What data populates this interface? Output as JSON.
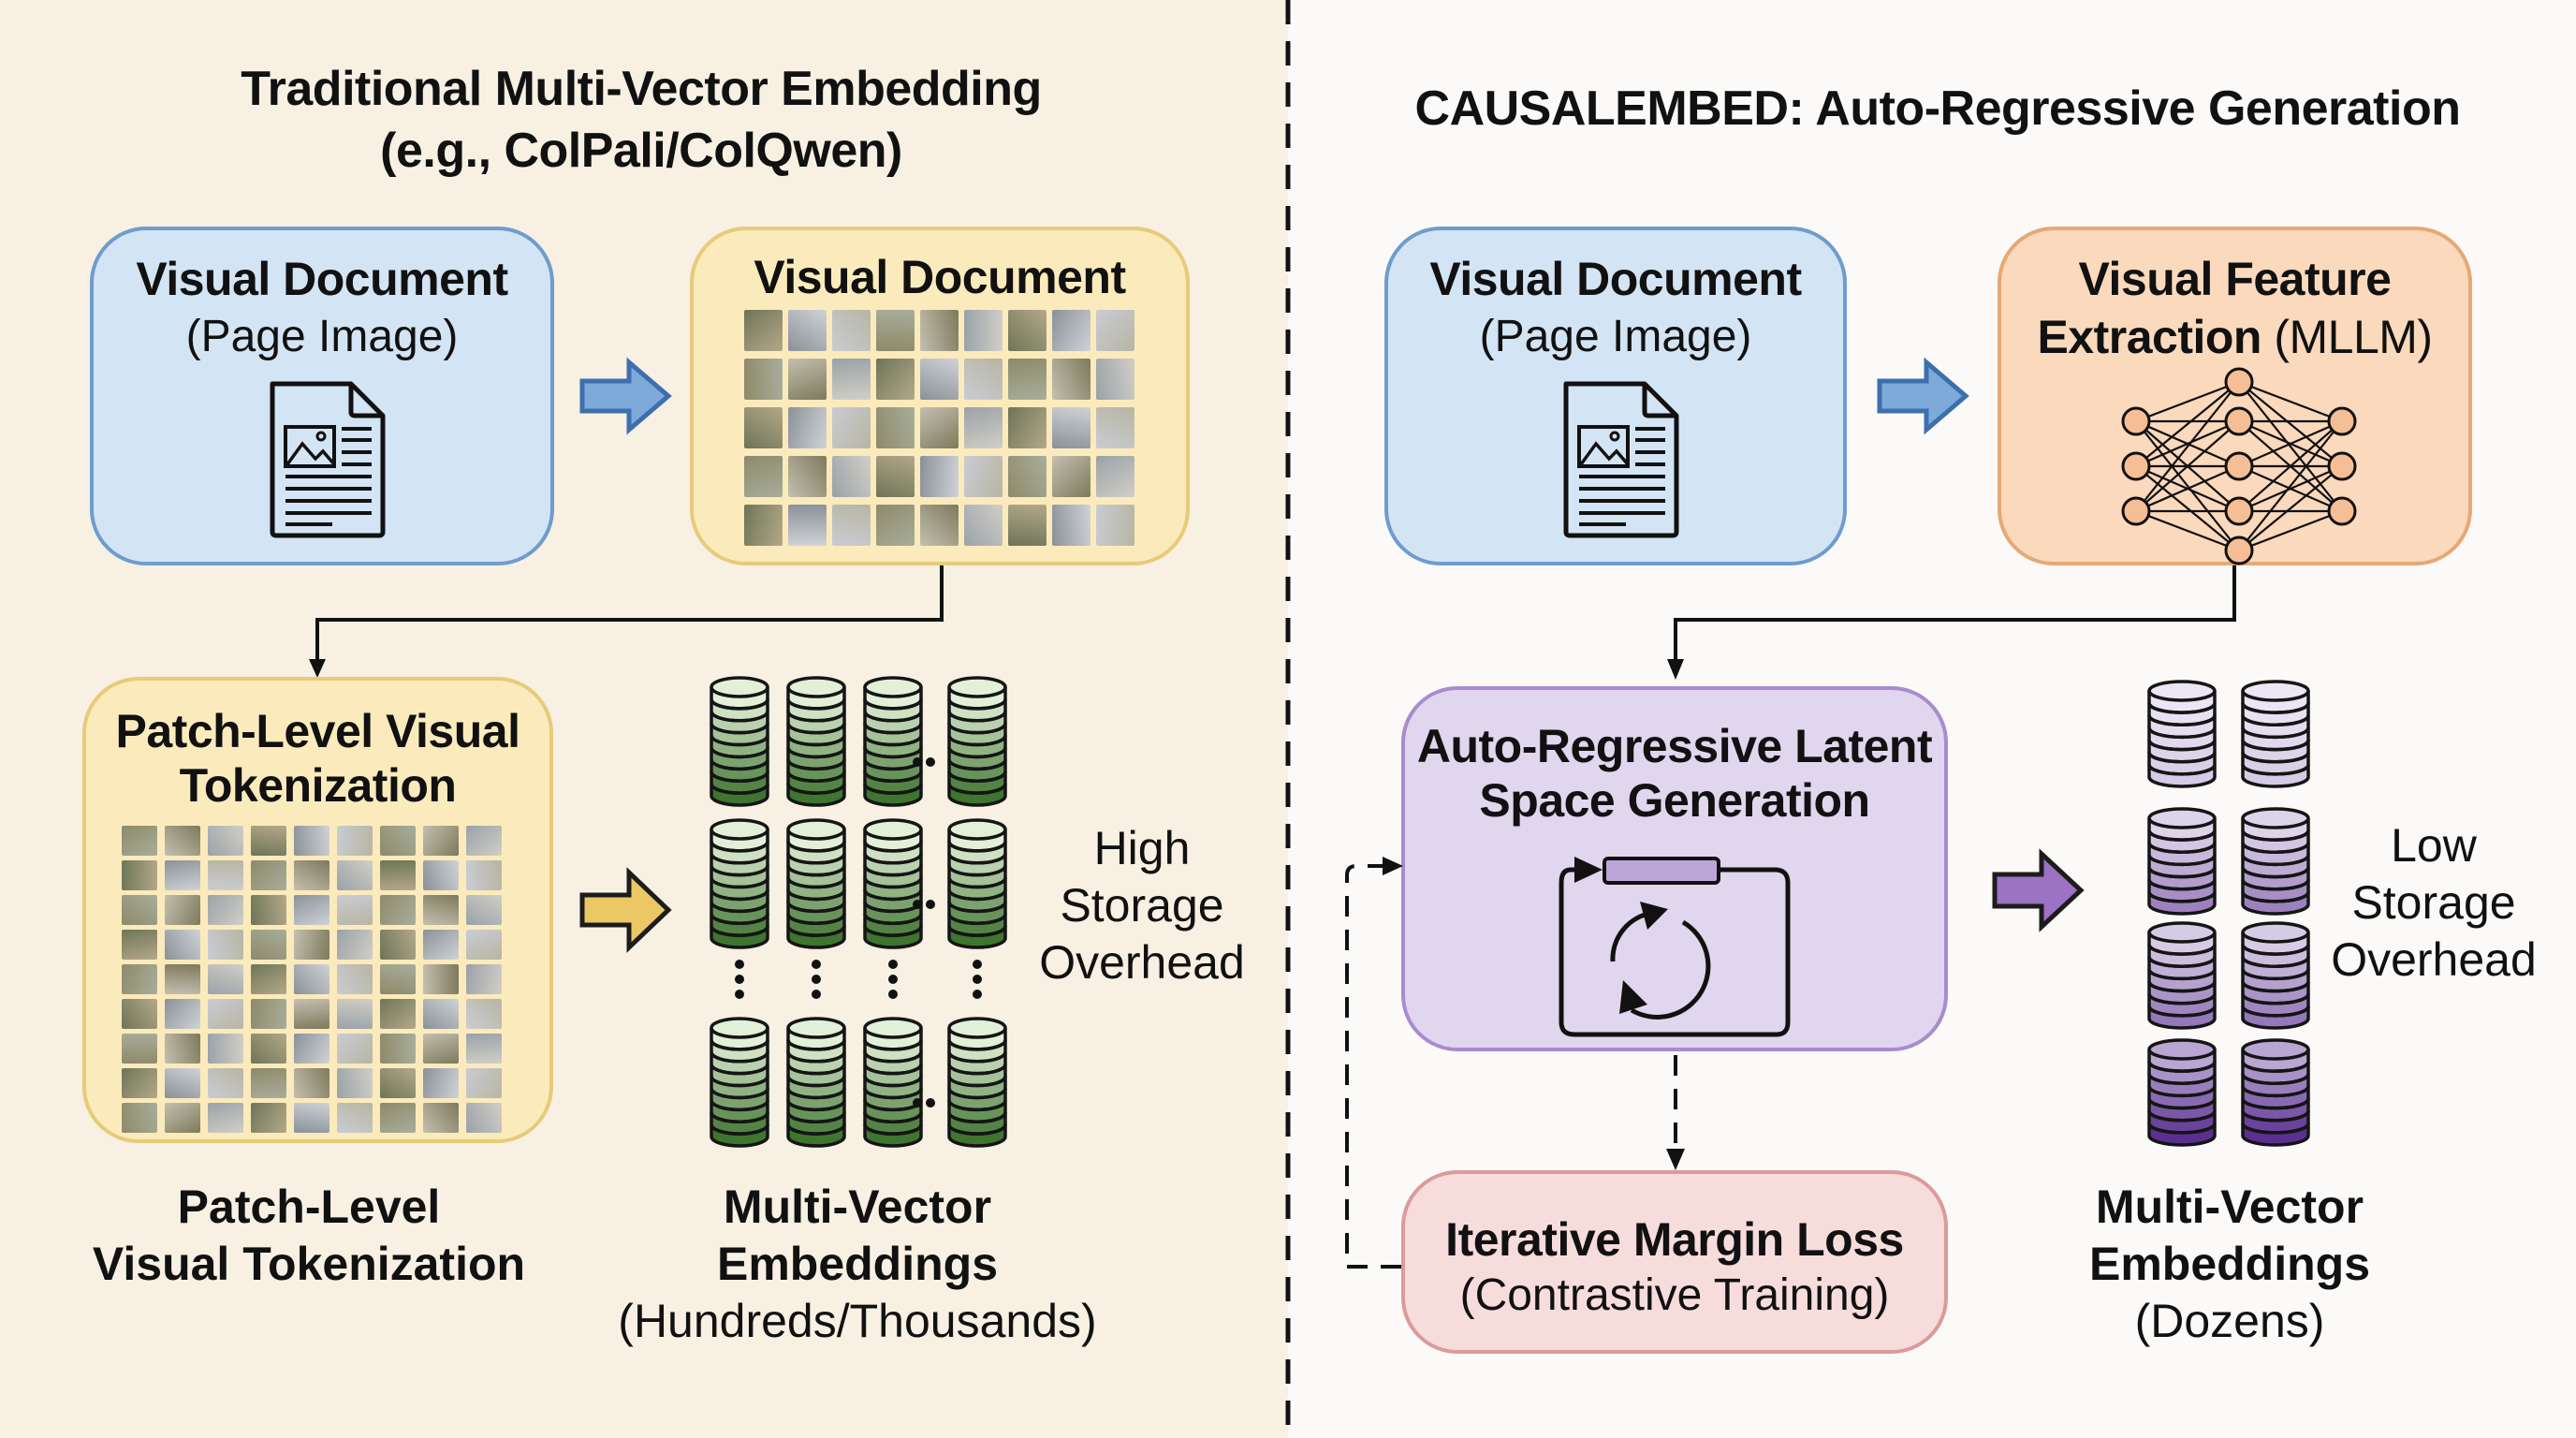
{
  "left_panel": {
    "title_line1": "Traditional Multi-Vector Embedding",
    "title_line2": "(e.g., ColPali/ColQwen)",
    "doc_box": {
      "title": "Visual Document",
      "subtitle": "(Page Image)",
      "icon": "document-image-icon"
    },
    "patch_doc_box": {
      "title": "Visual Document",
      "grid_cols": 9,
      "grid_rows": 5
    },
    "tokenize_box": {
      "title_line1": "Patch-Level Visual",
      "title_line2": "Tokenization",
      "grid_cols": 9,
      "grid_rows": 9
    },
    "embeddings": {
      "cylinder_cols": 4,
      "cylinder_rows_shown": 3,
      "layers_per_cylinder": 9,
      "color": "#4f8a3c"
    },
    "overhead_label": [
      "High",
      "Storage",
      "Overhead"
    ],
    "caption_tokenization": [
      "Patch-Level",
      "Visual Tokenization"
    ],
    "caption_embeddings": [
      "Multi-Vector",
      "Embeddings",
      "(Hundreds/Thousands)"
    ]
  },
  "right_panel": {
    "title": "CAUSALEMBED: Auto-Regressive Generation",
    "doc_box": {
      "title": "Visual Document",
      "subtitle": "(Page Image)",
      "icon": "document-image-icon"
    },
    "feature_box": {
      "title_line1": "Visual Feature",
      "title_line2_bold": "Extraction",
      "title_line2_regular": " (MLLM)",
      "icon": "neural-network-icon"
    },
    "generation_box": {
      "title_line1": "Auto-Regressive Latent",
      "title_line2": "Space Generation",
      "icon": "loop-cycle-icon"
    },
    "loss_box": {
      "title": "Iterative Margin Loss",
      "subtitle": "(Contrastive Training)"
    },
    "embeddings": {
      "cylinder_cols": 2,
      "cylinder_rows": 4,
      "layers_per_cylinder": 7,
      "color": "#6a3fa0"
    },
    "overhead_label": [
      "Low",
      "Storage",
      "Overhead"
    ],
    "caption_embeddings": [
      "Multi-Vector",
      "Embeddings",
      "(Dozens)"
    ]
  },
  "colors": {
    "left_bg": "#f8f0e2",
    "right_bg": "#fbfaf8",
    "blue_box": "#d3e4f4",
    "yellow_box": "#fbebbc",
    "orange_box": "#fad9bd",
    "purple_box": "#e0d6ee",
    "pink_box": "#f7dcdc",
    "blue_arrow": "#6b9ad0",
    "yellow_arrow": "#e8c25a",
    "purple_arrow": "#9b6cc0"
  }
}
